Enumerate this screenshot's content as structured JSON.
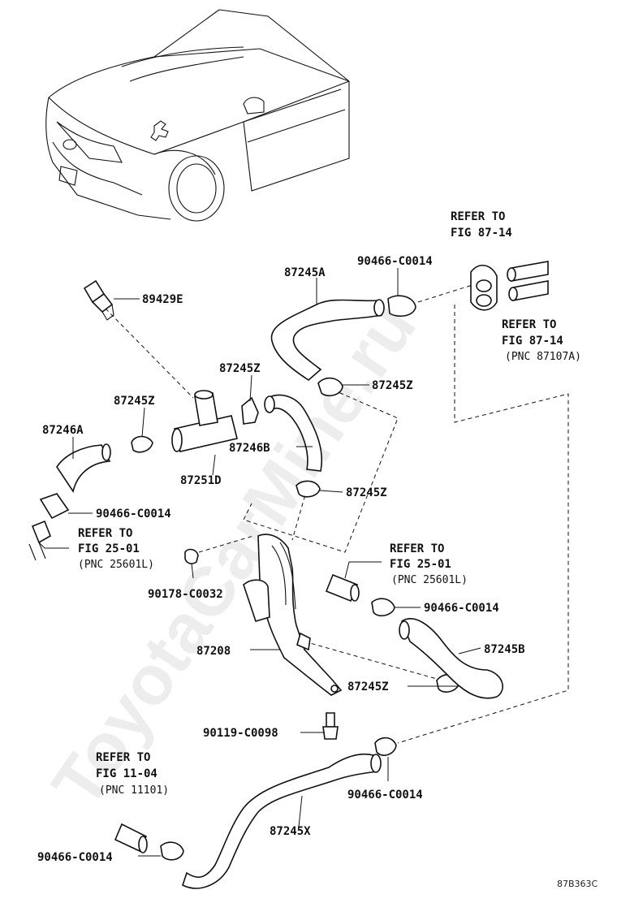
{
  "watermark": "ToyotaCarMine.ru",
  "diagram_code": "87B363C",
  "parts": {
    "p89429E": "89429E",
    "p87245A": "87245A",
    "p90466_top": "90466-C0014",
    "p87245Z_a": "87245Z",
    "p87245Z_b": "87245Z",
    "p87245Z_c": "87245Z",
    "p87245Z_d": "87245Z",
    "p87245Z_e": "87245Z",
    "p87246A": "87246A",
    "p87246B": "87246B",
    "p87251D": "87251D",
    "p90466_left": "90466-C0014",
    "p90178": "90178-C0032",
    "p87208": "87208",
    "p90466_mid": "90466-C0014",
    "p87245B": "87245B",
    "p90119": "90119-C0098",
    "p90466_low": "90466-C0014",
    "p87245X": "87245X",
    "p90466_bottom": "90466-C0014"
  },
  "refs": {
    "r1": {
      "line1": "REFER TO",
      "line2": "FIG 87-14",
      "line3": ""
    },
    "r2": {
      "line1": "REFER TO",
      "line2": "FIG 87-14",
      "line3": "(PNC 87107A)"
    },
    "r3": {
      "line1": "REFER TO",
      "line2": "FIG 25-01",
      "line3": "(PNC 25601L)"
    },
    "r4": {
      "line1": "REFER TO",
      "line2": "FIG 25-01",
      "line3": "(PNC 25601L)"
    },
    "r5": {
      "line1": "REFER TO",
      "line2": "FIG 11-04",
      "line3": "(PNC 11101)"
    }
  }
}
